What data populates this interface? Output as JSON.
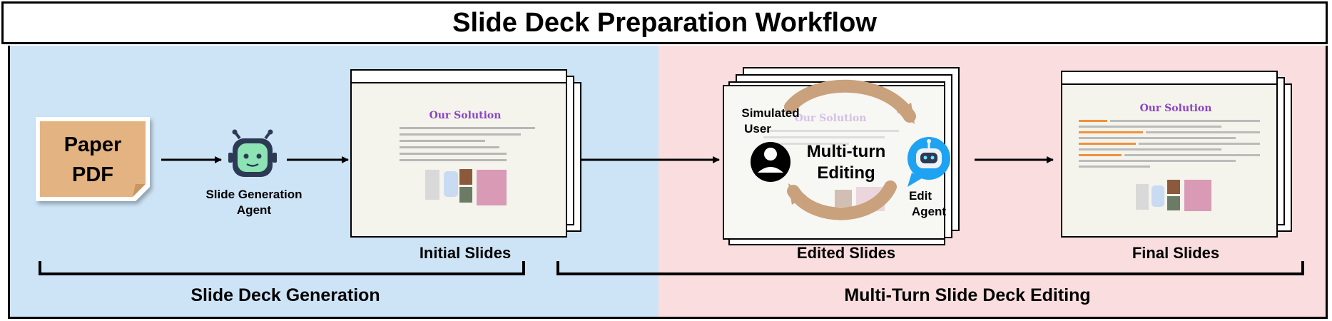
{
  "title": "Slide Deck Preparation Workflow",
  "colors": {
    "generation_panel": "#cde4f7",
    "editing_panel": "#fadddf",
    "pdf_fill": "#e3b382",
    "slide_title": "#8a45c4",
    "highlight": "#f0923a",
    "refine_arrow": "#c9a17c",
    "edit_agent": "#1ea3f2",
    "robot_face": "#8ce3b4",
    "robot_dark": "#2d3a55"
  },
  "input": {
    "line1": "Paper",
    "line2": "PDF"
  },
  "generation_agent": {
    "line1": "Slide Generation",
    "line2": "Agent",
    "icon": "robot-icon"
  },
  "slides": {
    "slide_title": "Our Solution",
    "initial_label": "Initial Slides",
    "edited_label": "Edited Slides",
    "final_label": "Final Slides"
  },
  "editing": {
    "user_line1": "Simulated",
    "user_line2": "User",
    "center_line1": "Multi-turn",
    "center_line2": "Editing",
    "agent_line1": "Edit",
    "agent_line2": "Agent"
  },
  "stages": {
    "generation": "Slide Deck Generation",
    "editing": "Multi-Turn Slide Deck Editing"
  }
}
